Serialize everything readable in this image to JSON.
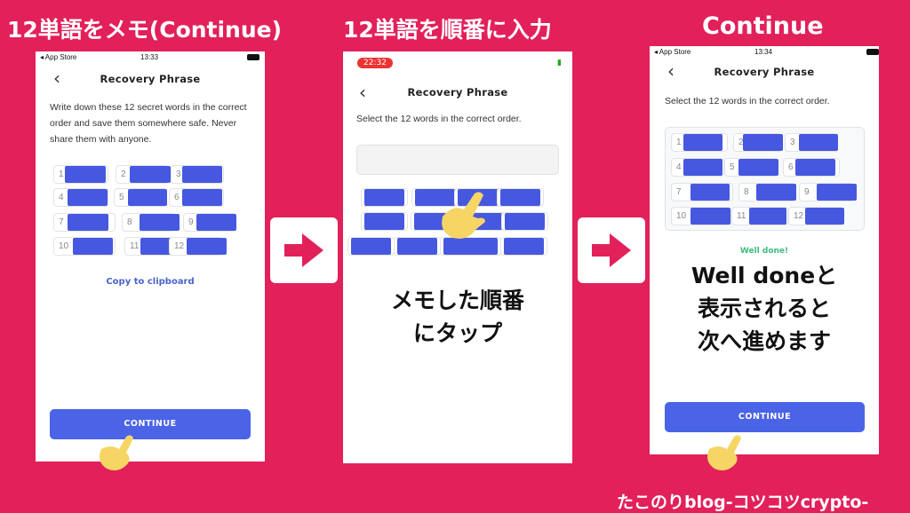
{
  "headings": [
    "12単語をメモ(Continue)",
    "12単語を順番に入力",
    "Continue"
  ],
  "screen1": {
    "status": {
      "carrier": "◂ App Store",
      "time": "13:33"
    },
    "title": "Recovery Phrase",
    "description": "Write down these 12 secret words in the correct order and save them somewhere safe. Never share them with anyone.",
    "word_numbers": [
      "1",
      "2",
      "3",
      "4",
      "5",
      "6",
      "7",
      "8",
      "9",
      "10",
      "11",
      "12"
    ],
    "copy_link": "Copy to clipboard",
    "continue": "CONTINUE"
  },
  "screen2": {
    "status": {
      "time": "22:32"
    },
    "title": "Recovery Phrase",
    "description": "Select the 12 words in the correct order.",
    "input_value": "",
    "annotation_lines": [
      "メモした順番",
      "にタップ"
    ]
  },
  "screen3": {
    "status": {
      "carrier": "◂ App Store",
      "time": "13:34"
    },
    "title": "Recovery Phrase",
    "description": "Select the 12 words in the correct order.",
    "word_numbers": [
      "1",
      "2",
      "3",
      "4",
      "5",
      "6",
      "7",
      "8",
      "9",
      "10",
      "11",
      "12"
    ],
    "success": "Well done!",
    "annotation_lines": [
      "Well doneと",
      "表示されると",
      "次へ進めます"
    ],
    "continue": "CONTINUE"
  },
  "footer": "たこのりblog-コツコツcrypto-",
  "colors": {
    "background": "#e2205a",
    "accent": "#4a63e7",
    "success": "#3dbb7e"
  }
}
